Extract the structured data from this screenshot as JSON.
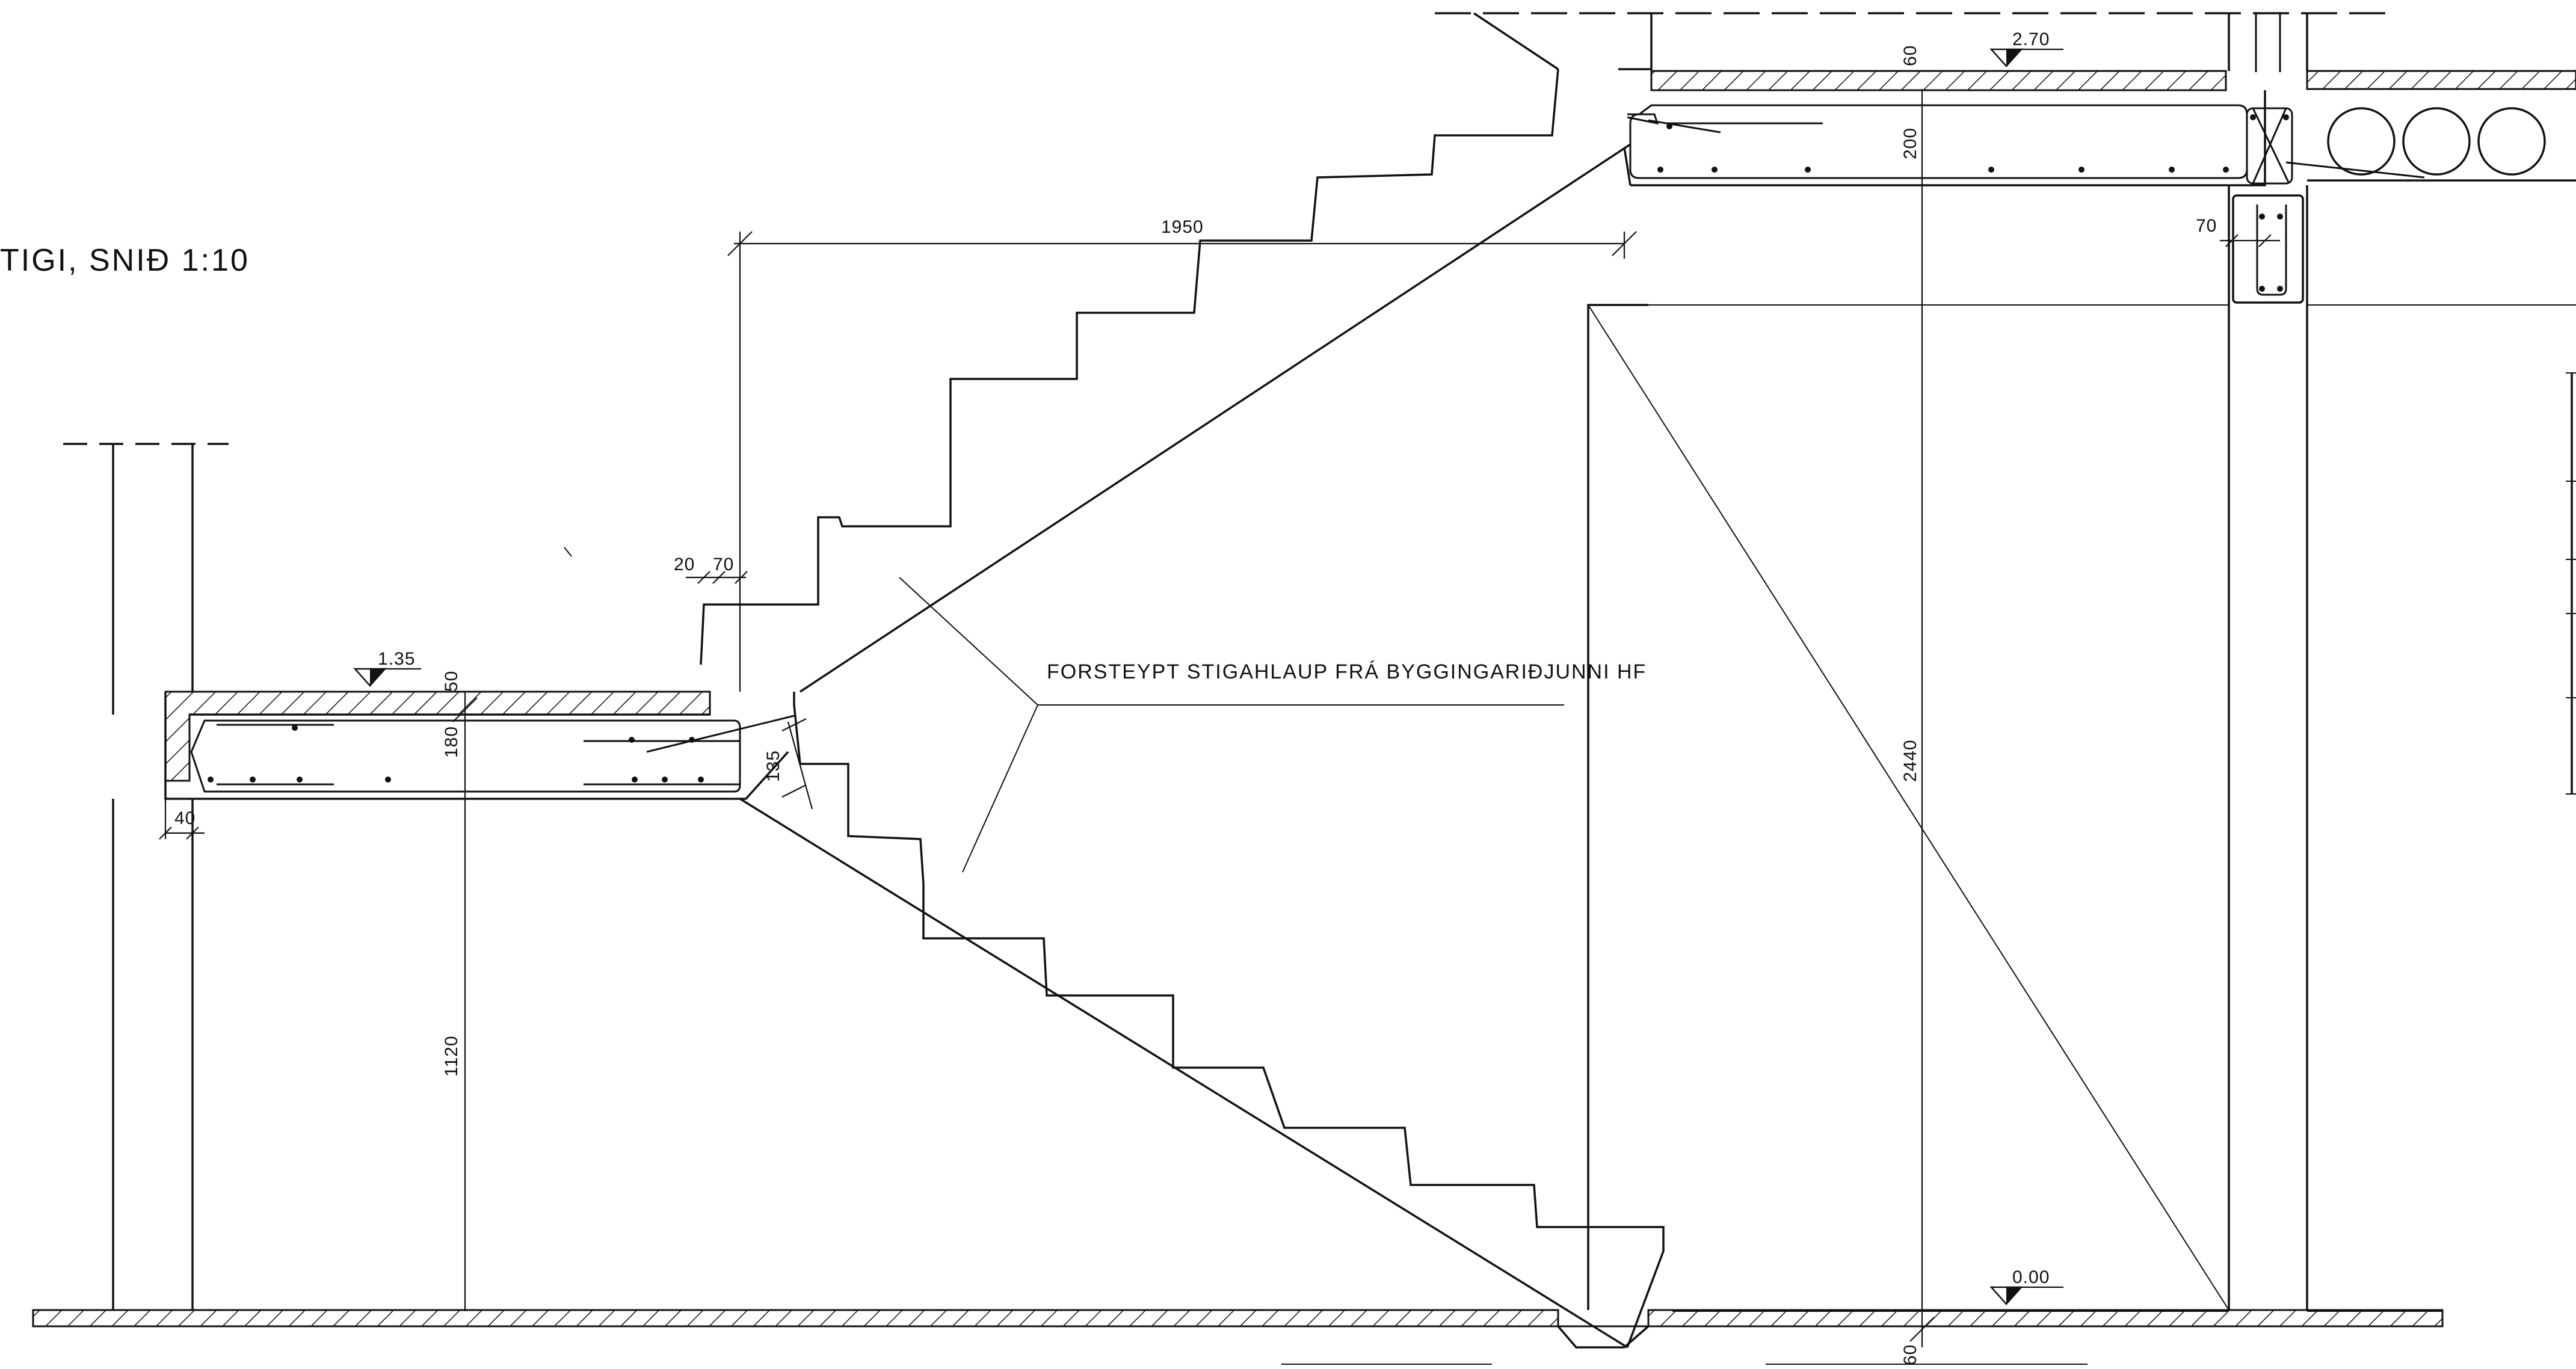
{
  "title": "TIGI, SNIÐ 1:10",
  "note": "FORSTEYPT STIGAHLAUP FRÁ BYGGINGARIÐJUNNI HF",
  "levels": [
    "1.35",
    "2.70",
    "0.00"
  ],
  "dimensions": {
    "run_length": "1950",
    "total_height": "2440",
    "landing_height": "1120",
    "landing_thickness": "180",
    "landing_cover": "50",
    "landing_edge": "40",
    "joint_a": "20",
    "joint_b": "70",
    "flight_thickness": "135",
    "upper_slab_thickness": "200",
    "upper_slab_cover": "60",
    "beam_width": "70",
    "floor_thickness": "60"
  }
}
